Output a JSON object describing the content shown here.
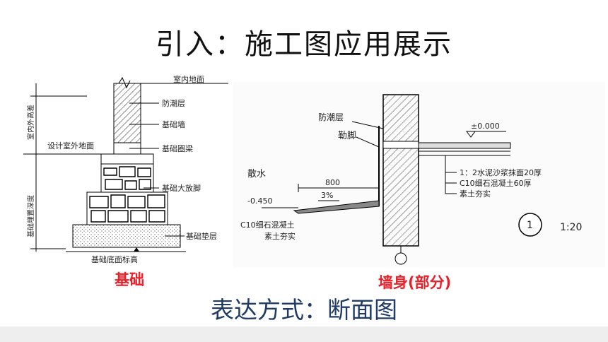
{
  "title": "引入：施工图应用展示",
  "left_drawing": {
    "labels": {
      "indoor_ground": "室内地面",
      "height_diff": "室内外高差",
      "damp_proof": "防潮层",
      "foundation_wall": "基础墙",
      "outdoor_ground": "设计室外地面",
      "ring_beam": "基础圈梁",
      "burial_depth": "基础埋置深度",
      "footing": "基础大放脚",
      "cushion": "基础垫层",
      "bottom_elev": "基础底面标高"
    },
    "caption": "基础"
  },
  "right_drawing": {
    "labels": {
      "damp_proof": "防潮层",
      "plinth": "勒脚",
      "apron": "散水",
      "elev_zero": "±0.000",
      "elev_neg": "-0.450",
      "width": "800",
      "slope": "3%",
      "layer1": "1：2水泥沙浆抹面20厚",
      "layer2": "C10细石混凝土60厚",
      "layer3": "素土夯实",
      "apron_layer1": "C10细石混凝土",
      "apron_layer2": "素土夯实",
      "detail_no": "1",
      "scale": "1:20"
    },
    "caption": "墙身(部分)"
  },
  "footer_caption": "表达方式：断面图"
}
